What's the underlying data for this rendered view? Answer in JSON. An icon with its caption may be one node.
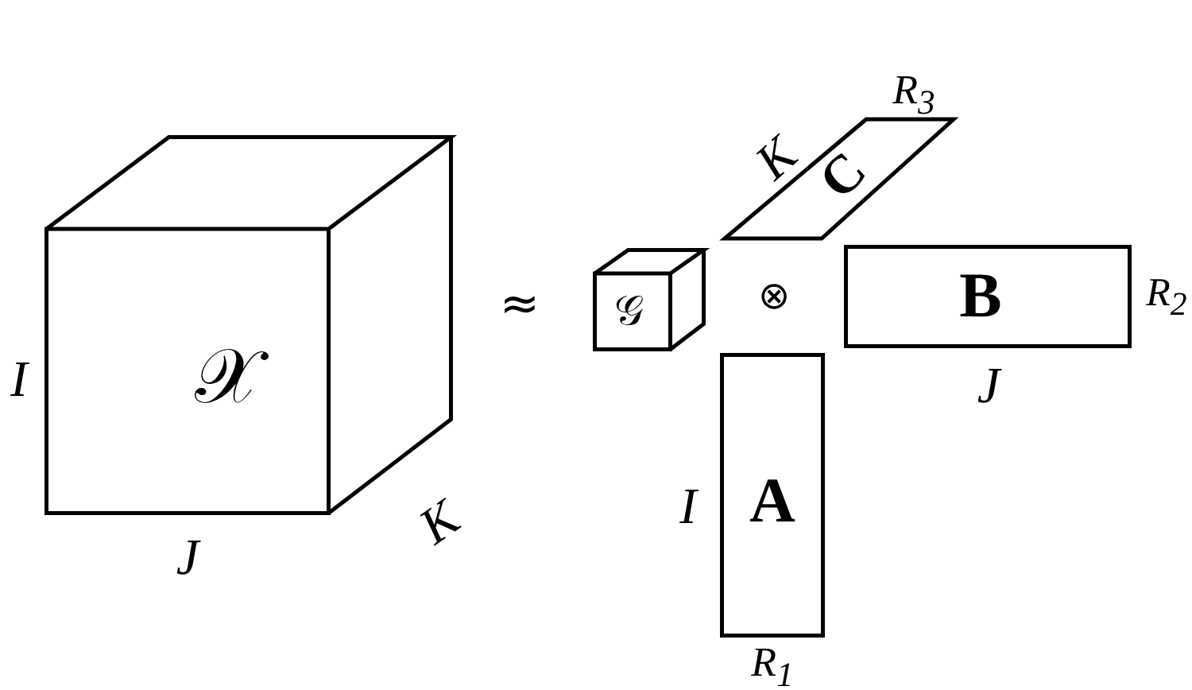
{
  "diagram": {
    "nodes": [
      {
        "text": [
          "𝒳"
        ],
        "beside": [
          "I",
          "J",
          "K"
        ]
      },
      {
        "text": [
          "𝒢"
        ]
      },
      {
        "text": [
          "A"
        ],
        "beside": [
          "I",
          "R$_{1}$"
        ]
      },
      {
        "text": [
          "B"
        ],
        "beside": [
          "R$_{2}$",
          "J"
        ]
      },
      {
        "text": [
          "C"
        ],
        "beside": [
          "K",
          "R$_{3}$"
        ]
      }
    ],
    "labels": [
      "≈",
      "⊗"
    ]
  }
}
